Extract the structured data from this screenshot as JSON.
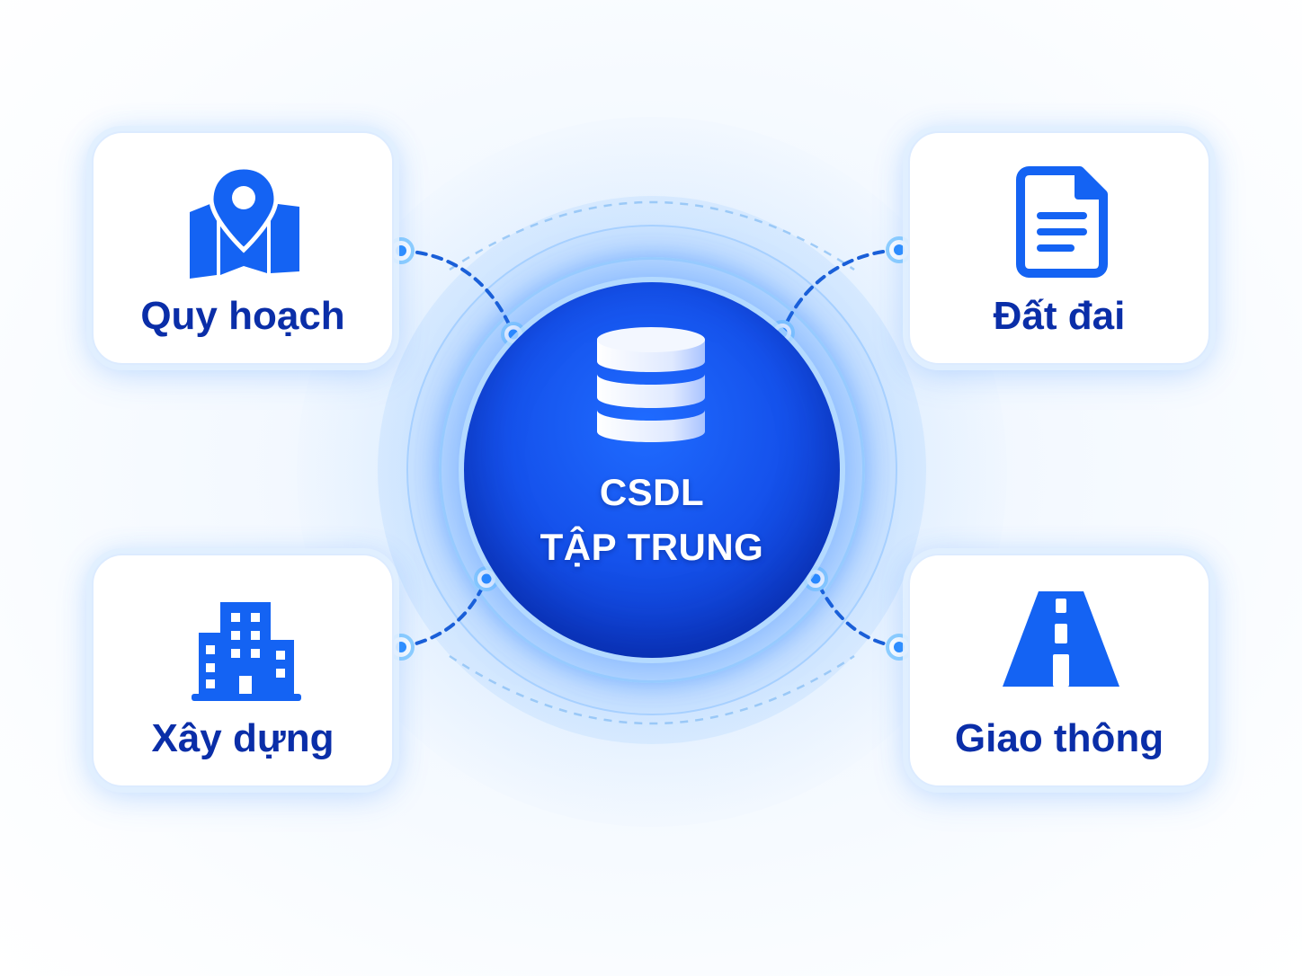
{
  "center": {
    "title_line1": "CSDL",
    "title_line2": "TẬP TRUNG",
    "icon": "database-icon"
  },
  "nodes": [
    {
      "id": "quy-hoach",
      "label": "Quy hoạch",
      "icon": "map-pin-icon"
    },
    {
      "id": "dat-dai",
      "label": "Đất đai",
      "icon": "document-icon"
    },
    {
      "id": "xay-dung",
      "label": "Xây dựng",
      "icon": "building-icon"
    },
    {
      "id": "giao-thong",
      "label": "Giao thông",
      "icon": "road-icon"
    }
  ],
  "colors": {
    "accent": "#1463f3",
    "core_blue": "#1552ec",
    "label_navy": "#0a2ea8",
    "connector": "#1a5fd8",
    "node_dot": "#2a8cff"
  }
}
